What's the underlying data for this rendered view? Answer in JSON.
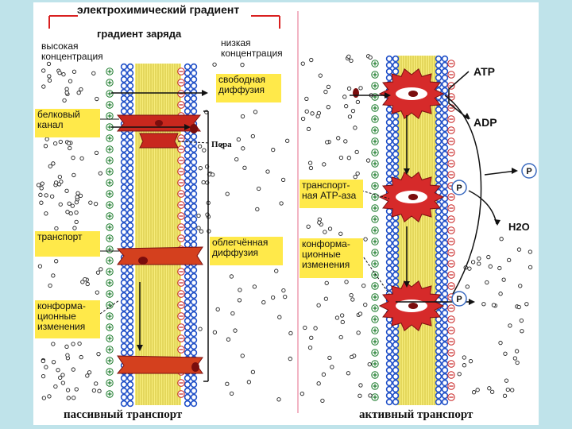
{
  "title": "электрохимический градиент",
  "charge_gradient": "градиент заряда",
  "high_conc": "высокая\nконцентрация",
  "low_conc": "низкая\nконцентрация",
  "free_diffusion": "свободная\nдиффузия",
  "protein_channel": "белковый\nканал",
  "pore": "Пора",
  "transport_left": "транспорт",
  "facilitated_diffusion": "облегчённая\nдиффузия",
  "conform_left": "конформа-\nционные\nизменения",
  "passive": "пассивный транспорт",
  "active": "активный транспорт",
  "atp": "ATP",
  "adp": "ADP",
  "transport_atpase": "транспорт-\nная ATP-аза",
  "conform_right": "конформа-\nционные\nизменения",
  "p_mark": "P",
  "h2o": "H2O",
  "colors": {
    "box": "#ffe94a",
    "red": "#d92020",
    "membrane": "#f4e870",
    "lipid_head": "#2050c8",
    "protein": "#c8281e"
  }
}
